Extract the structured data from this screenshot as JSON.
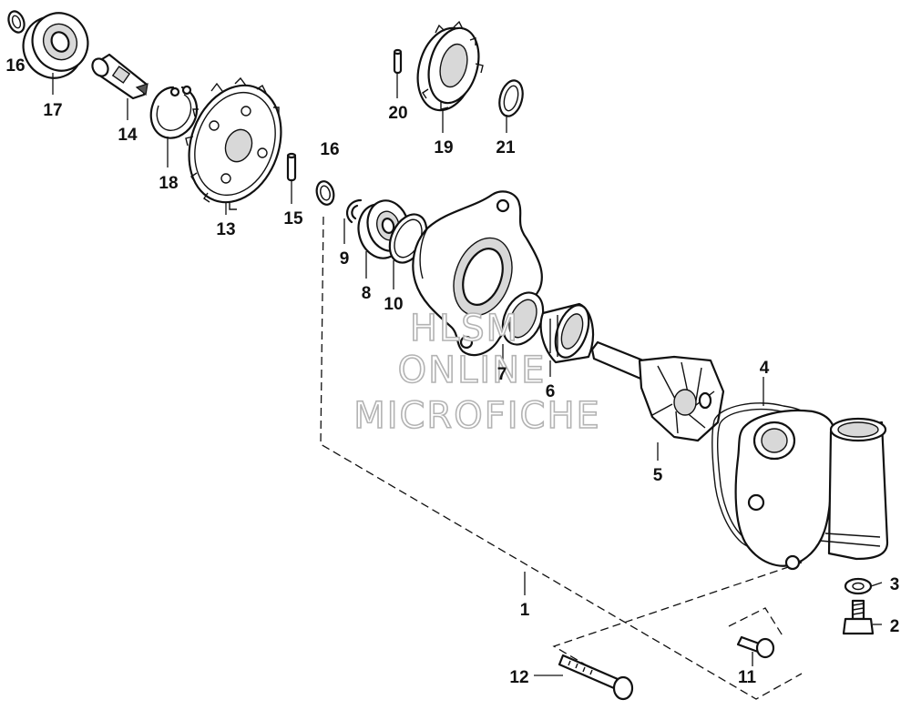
{
  "watermark": {
    "line1": "HLSM",
    "line2": "ONLINE",
    "line3": "MICROFICHE"
  },
  "callouts": {
    "c1": "1",
    "c2": "2",
    "c3": "3",
    "c4": "4",
    "c5": "5",
    "c6": "6",
    "c7": "7",
    "c8": "8",
    "c9": "9",
    "c10": "10",
    "c11": "11",
    "c12": "12",
    "c13": "13",
    "c14": "14",
    "c15": "15",
    "c16a": "16",
    "c16b": "16",
    "c17": "17",
    "c18": "18",
    "c19": "19",
    "c20": "20",
    "c21": "21"
  },
  "colors": {
    "line": "#111111",
    "watermark_outline": "#b3b3b3",
    "background": "#ffffff"
  }
}
